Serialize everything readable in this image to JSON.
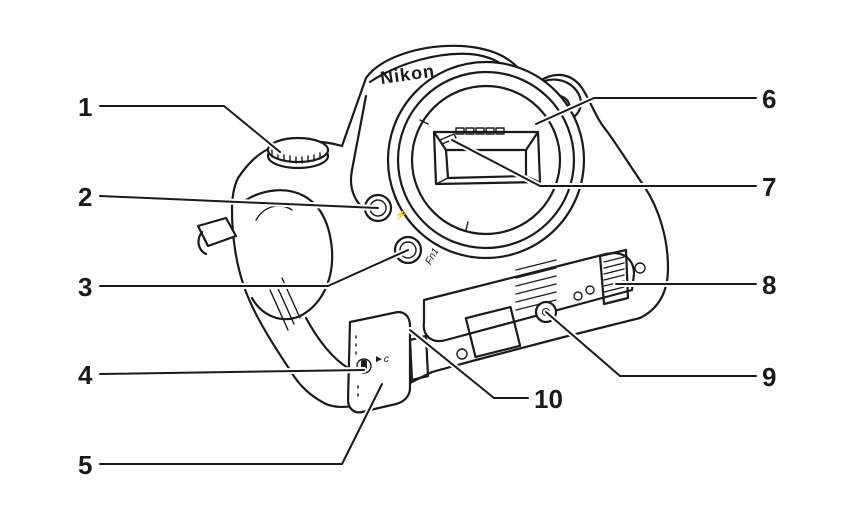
{
  "figure": {
    "brand_logo": "Nikon",
    "button_marks": [
      "⚡",
      "Fn1"
    ],
    "connector_mark": "►c"
  },
  "callouts": [
    "1",
    "2",
    "3",
    "4",
    "5",
    "6",
    "7",
    "8",
    "9",
    "10"
  ],
  "colors": {
    "ink": "#1a1a1a",
    "background": "#ffffff",
    "body_fill": "#ffffff"
  }
}
